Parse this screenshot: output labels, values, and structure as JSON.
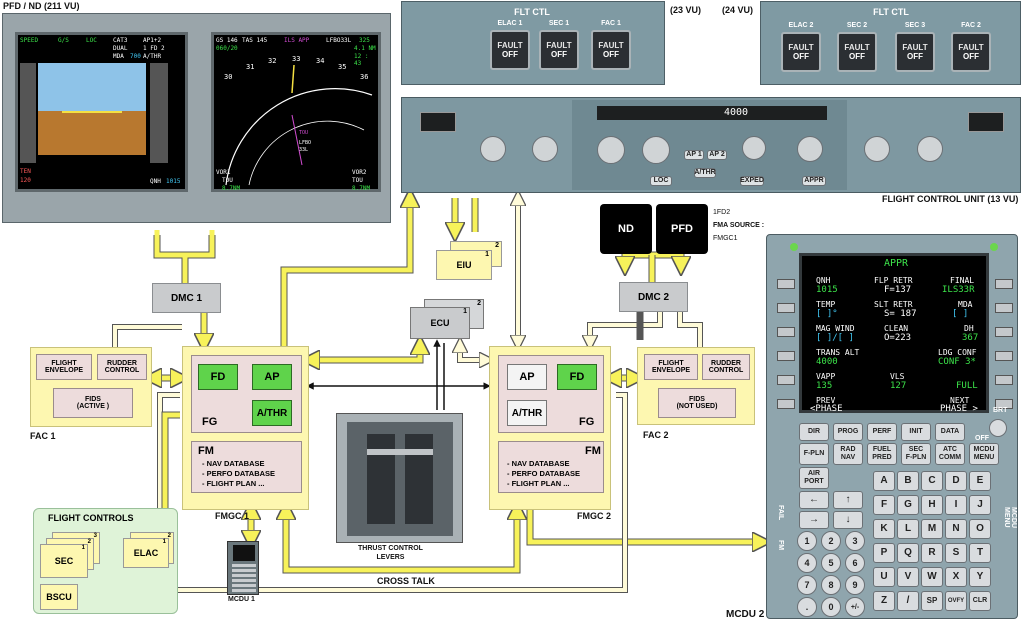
{
  "labels": {
    "pfd_nd": "PFD / ND (211 VU)",
    "flt_ctl_23": "(23 VU)",
    "flt_ctl_24": "(24 VU)",
    "fcu": "FLIGHT CONTROL UNIT (13 VU)",
    "fac1": "FAC 1",
    "fac2": "FAC 2",
    "fmgc1": "FMGC 1",
    "fmgc2": "FMGC 2",
    "mcdu1": "MCDU 1",
    "mcdu2": "MCDU 2",
    "thrust": "THRUST CONTROL\nLEVERS",
    "cross_talk": "CROSS TALK",
    "fma_fd2": "1FD2",
    "fma_source": "FMA SOURCE :",
    "fma_fmgc1": "FMGC1"
  },
  "flt_ctl_left": {
    "title": "FLT CTL",
    "buttons": [
      {
        "name": "ELAC 1",
        "fault": "FAULT",
        "off": "OFF"
      },
      {
        "name": "SEC 1",
        "fault": "FAULT",
        "off": "OFF"
      },
      {
        "name": "FAC 1",
        "fault": "FAULT",
        "off": "OFF"
      }
    ]
  },
  "flt_ctl_right": {
    "title": "FLT CTL",
    "buttons": [
      {
        "name": "ELAC 2",
        "fault": "FAULT",
        "off": "OFF"
      },
      {
        "name": "SEC 2",
        "fault": "FAULT",
        "off": "OFF"
      },
      {
        "name": "SEC 3",
        "fault": "FAULT",
        "off": "OFF"
      },
      {
        "name": "FAC 2",
        "fault": "FAULT",
        "off": "OFF"
      }
    ]
  },
  "pfd": {
    "speed": "SPEED",
    "gs": "G/S",
    "loc": "LOC",
    "cat": "CAT3",
    "dual": "DUAL",
    "mda": "MDA",
    "mda_val": "700",
    "ap": "AP1+2",
    "fd": "1 FD 2",
    "athr": "A/THR",
    "qnh": "QNH",
    "qnh_val": "1015",
    "ten": "TEN",
    "spd_val": "120"
  },
  "nd": {
    "gs": "GS 146",
    "tas": "TAS 145",
    "wind": "060/20",
    "mode": "ILS APP",
    "rwy": "LFBO33L",
    "freq": "325",
    "dist": "4.1 NM",
    "time": "12 : 43",
    "vor1": "VOR1",
    "tou1": "TOU",
    "nm1": "8.7NM",
    "vor2": "VOR2",
    "tou2": "TOU",
    "nm2": "8.7NM",
    "h30": "30",
    "h31": "31",
    "h32": "32",
    "h33": "33",
    "h34": "34",
    "h35": "35",
    "h36": "36",
    "tou_c": "TOU",
    "lfbo": "LFBO",
    "l33": "33L"
  },
  "fcu": {
    "alt": "4000",
    "loc": "LOC",
    "appr": "APPR",
    "expd": "EXPED",
    "ap1": "AP 1",
    "ap2": "AP 2",
    "athr": "A/THR"
  },
  "blocks": {
    "dmc1": "DMC 1",
    "dmc2": "DMC 2",
    "eiu": "EIU",
    "ecu": "ECU",
    "eiu_1": "1",
    "eiu_2": "2",
    "ecu_1": "1",
    "ecu_2": "2",
    "nd": "ND",
    "pfd": "PFD",
    "fac1_fe": "FLIGHT\nENVELOPE",
    "fac1_rc": "RUDDER\nCONTROL",
    "fac1_fids": "FIDS\n(ACTIVE )",
    "fac2_fe": "FLIGHT\nENVELOPE",
    "fac2_rc": "RUDDER\nCONTROL",
    "fac2_fids": "FIDS\n(NOT USED)",
    "fg1_fd": "FD",
    "fg1_ap": "AP",
    "fg1_athr": "A/THR",
    "fg1_label": "FG",
    "fm1_label": "FM",
    "fm1_text": "- NAV DATABASE\n- PERFO DATABASE\n- FLIGHT PLAN ...",
    "fg2_ap": "AP",
    "fg2_fd": "FD",
    "fg2_athr": "A/THR",
    "fg2_label": "FG",
    "fm2_label": "FM",
    "fm2_text": "- NAV DATABASE\n- PERFO DATABASE\n- FLIGHT PLAN ...",
    "flight_controls": "FLIGHT CONTROLS",
    "sec": "SEC",
    "elac": "ELAC",
    "bscu": "BSCU",
    "sec_1": "1",
    "sec_2": "2",
    "sec_3": "3",
    "elac_1": "1",
    "elac_2": "2"
  },
  "mcdu2": {
    "title": "APPR",
    "l1": "QNH",
    "l1v": "1015",
    "c1": "FLP RETR",
    "c1v": "F=137",
    "r1": "FINAL",
    "r1v": "ILS33R",
    "l2": "TEMP",
    "l2v": "[  ]°",
    "c2": "SLT RETR",
    "c2v": "S= 187",
    "r2": "MDA",
    "r2v": "[    ]",
    "l3": "MAG WIND",
    "l3v": "[ ]/[ ]",
    "c3": "CLEAN",
    "c3v": "O=223",
    "r3": "DH",
    "r3v": "367",
    "l4": "TRANS ALT",
    "l4v": "4000",
    "r4": "LDG CONF",
    "r4v": "CONF 3*",
    "l5": "VAPP",
    "l5v": "135",
    "c5": "VLS",
    "c5v": "127",
    "r5v": "FULL",
    "l6": "PREV",
    "l6v": "<PHASE",
    "r6": "NEXT",
    "r6v": "PHASE >",
    "brt": "BRT",
    "off": "OFF",
    "fail": "FAIL",
    "fm": "FM",
    "mcdu_menu": "MCDU\nMENU",
    "keys_fn": [
      "DIR",
      "PROG",
      "PERF",
      "INIT",
      "DATA"
    ],
    "keys_fn2": [
      "F-PLN",
      "RAD\nNAV",
      "FUEL\nPRED",
      "SEC\nF-PLN",
      "ATC\nCOMM",
      "MCDU\nMENU"
    ],
    "airport": "AIR\nPORT",
    "arrow_left": "←",
    "arrow_right": "→",
    "arrow_up": "↑",
    "arrow_down": "↓",
    "letters": [
      "A",
      "B",
      "C",
      "D",
      "E",
      "F",
      "G",
      "H",
      "I",
      "J",
      "K",
      "L",
      "M",
      "N",
      "O",
      "P",
      "Q",
      "R",
      "S",
      "T",
      "U",
      "V",
      "W",
      "X",
      "Y",
      "Z",
      "/",
      "SP",
      "OVFY",
      "CLR"
    ],
    "digits": [
      "1",
      "2",
      "3",
      "4",
      "5",
      "6",
      "7",
      "8",
      "9",
      ".",
      "0",
      "+/-"
    ]
  },
  "colors": {
    "yellow_arrow": "#f7f25a",
    "box_yellow": "#fdf7b0",
    "green": "#5fd34b",
    "panel": "#7f9aa3"
  }
}
